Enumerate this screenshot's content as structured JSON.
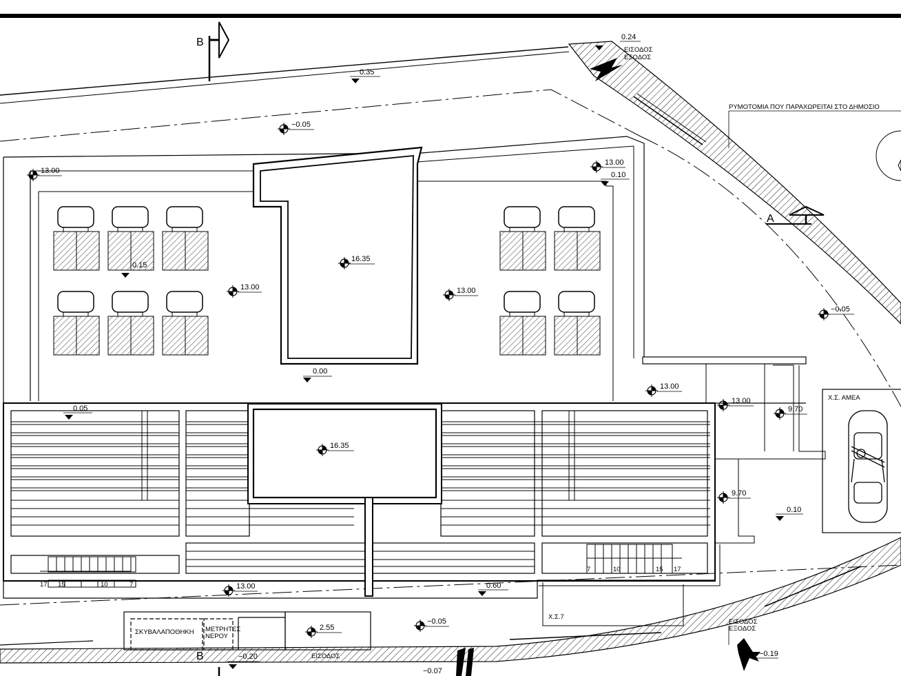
{
  "section_markers": {
    "b_top": "B",
    "b_bottom": "B",
    "a_right": "A"
  },
  "annotations": {
    "entrance_exit_top_1": "ΕΙΣΟΔΟΣ",
    "entrance_exit_top_2": "ΕΞΟΔΟΣ",
    "entrance_exit_bottom_1": "ΕΙΣΟΔΟΣ",
    "entrance_exit_bottom_2": "ΕΞΟΔΟΣ",
    "entrance_street": "ΕΙΣΟΔΟΣ",
    "road_alignment_note": "ΡΥΜΟΤΟΜΙΑ ΠΟΥ ΠΑΡΑΧΩΡΕΙΤΑΙ ΣΤΟ ΔΗΜΟΣΙΟ",
    "accessible_parking": "Χ.Σ. ΑΜΕΑ",
    "parking_spot_7": "Χ.Σ.7",
    "waste_storage": "ΣΚΥΒΑΛΑΠΟΘΗΚΗ",
    "water_meters_1": "ΜΕΤΡΗΤΕΣ",
    "water_meters_2": "ΝΕΡΟΥ"
  },
  "levels": {
    "l_024": "0.24",
    "l_035": "0.35",
    "l_m005_top": "−0.05",
    "l_1300_left": "13.00",
    "l_1300_right_top": "13.00",
    "l_010_top": "0.10",
    "l_1635_tower": "16.35",
    "l_015": "0.15",
    "l_1300_mid_left": "13.00",
    "l_1300_mid_right": "13.00",
    "l_m005_right": "−0.05",
    "l_000": "0.00",
    "l_1300_ramp": "13.00",
    "l_1300_core": "13.00",
    "l_970_a": "9.70",
    "l_970_b": "9.70",
    "l_005": "0.05",
    "l_1635_pool": "16.35",
    "l_010_right": "0.10",
    "l_1300_bottom": "13.00",
    "l_060": "0.60",
    "l_255": "2.55",
    "l_m005_bottom": "−0.05",
    "l_m020": "−0.20",
    "l_m007": "−0.07",
    "l_m019": "−0.19"
  },
  "stair_numbers": {
    "left_17": "17",
    "left_15": "15",
    "left_10": "10",
    "left_7": "7",
    "right_7": "7",
    "right_10": "10",
    "right_15": "15",
    "right_17": "17"
  }
}
